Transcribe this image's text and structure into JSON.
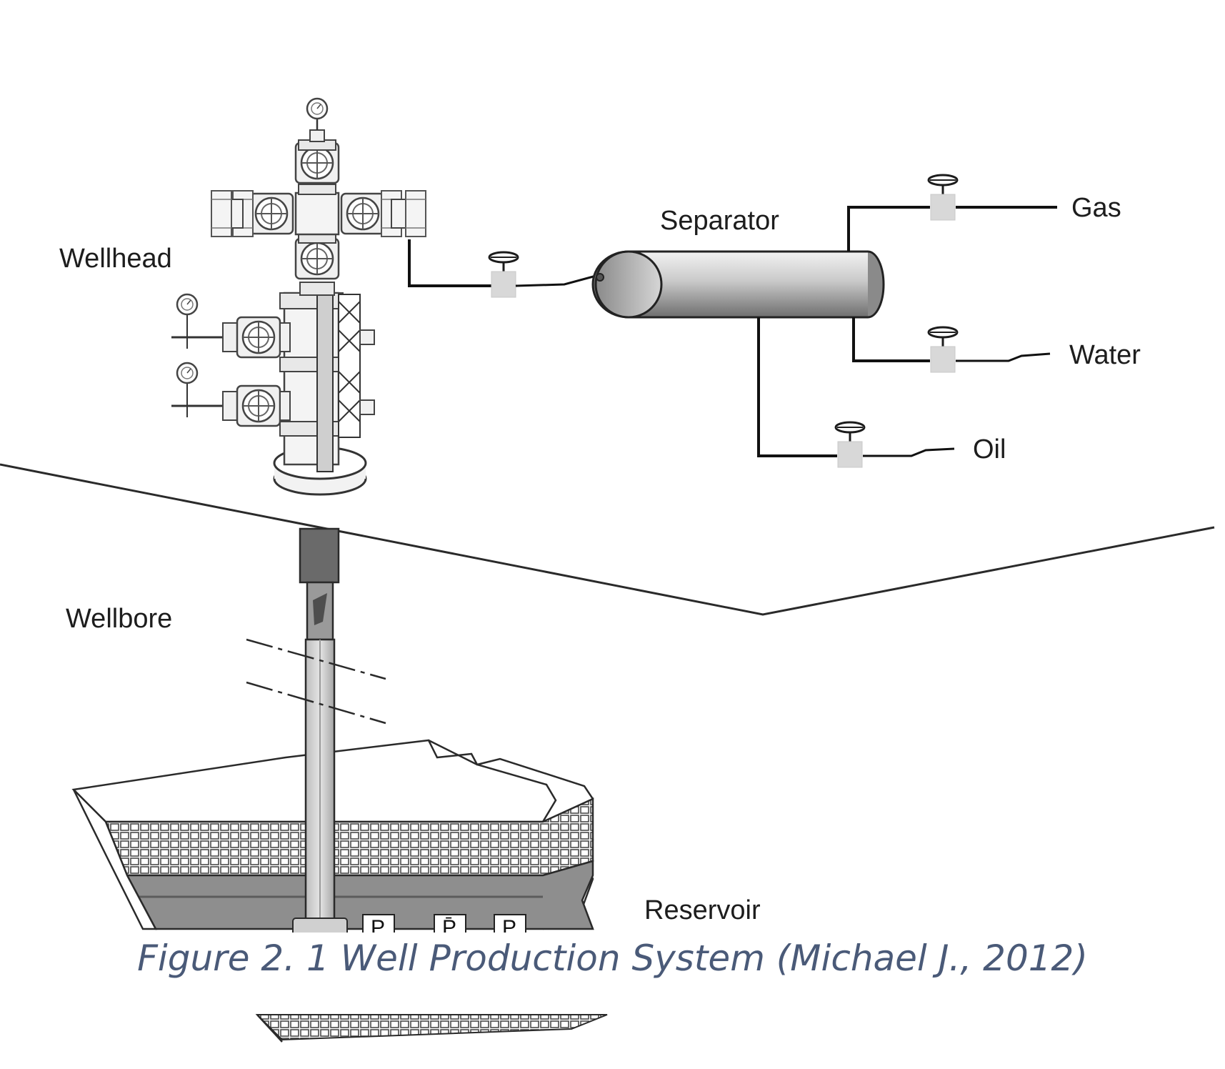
{
  "labels": {
    "wellhead": "Wellhead",
    "separator": "Separator",
    "gas": "Gas",
    "water": "Water",
    "oil": "Oil",
    "wellbore": "Wellbore",
    "reservoir": "Reservoir"
  },
  "pressure_symbols": {
    "p1": "P",
    "p2": "P̄",
    "p3": "P"
  },
  "caption": "Figure 2. 1 Well Production System (Michael J., 2012)"
}
